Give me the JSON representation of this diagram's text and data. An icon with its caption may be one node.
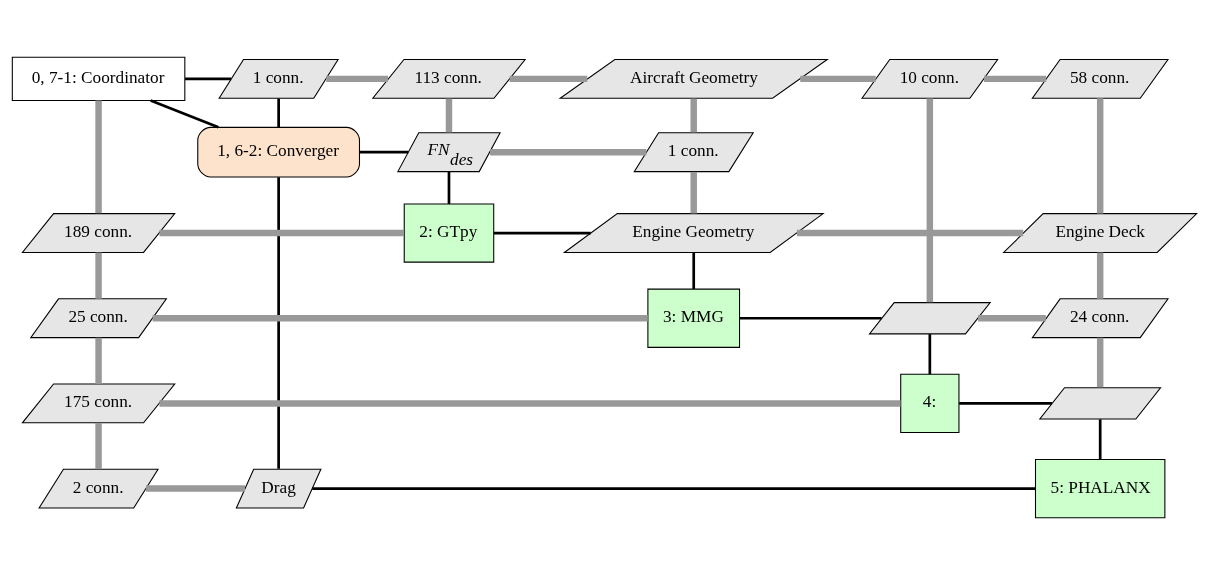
{
  "diagram": {
    "nodes": [
      {
        "text": [
          "0, 7-1: Coordinator"
        ]
      },
      {
        "text": [
          "1 conn."
        ]
      },
      {
        "text": [
          "113 conn."
        ]
      },
      {
        "text": [
          "Aircraft Geometry"
        ]
      },
      {
        "text": [
          "10 conn."
        ]
      },
      {
        "text": [
          "58 conn."
        ]
      },
      {
        "text": [
          "1, 6-2: Converger"
        ]
      },
      {
        "text": [
          "FN$_{des}$"
        ]
      },
      {
        "text": [
          "1 conn."
        ]
      },
      {
        "text": [
          "189 conn."
        ]
      },
      {
        "text": [
          "2: GTpy"
        ]
      },
      {
        "text": [
          "Engine Geometry"
        ]
      },
      {
        "text": [
          "Engine Deck"
        ]
      },
      {
        "text": [
          "25 conn."
        ]
      },
      {
        "text": [
          "3: MMG"
        ]
      },
      {
        "text": [],
        "shape": "parallelogram"
      },
      {
        "text": [
          "24 conn."
        ]
      },
      {
        "text": [
          "175 conn."
        ]
      },
      {
        "text": [
          "4:"
        ]
      },
      {
        "text": [],
        "shape": "parallelogram"
      },
      {
        "text": [
          "2 conn."
        ]
      },
      {
        "text": [
          "Drag"
        ]
      },
      {
        "text": [
          "5: PHALANX"
        ]
      }
    ],
    "edges": [
      {
        "from": 0,
        "to": 1,
        "arrow": "none",
        "color": "#000000"
      },
      {
        "from": 1,
        "to": 2,
        "arrow": "none"
      },
      {
        "from": 2,
        "to": 3,
        "arrow": "none"
      },
      {
        "from": 3,
        "to": 4,
        "arrow": "none"
      },
      {
        "from": 4,
        "to": 5,
        "arrow": "none"
      },
      {
        "from": 0,
        "to": 6,
        "arrow": "none",
        "color": "#000000"
      },
      {
        "from": 1,
        "to": 6,
        "arrow": "none",
        "color": "#000000"
      },
      {
        "from": 6,
        "to": 21,
        "arrow": "none",
        "color": "#000000"
      },
      {
        "from": 2,
        "to": 7,
        "arrow": "none"
      },
      {
        "from": 6,
        "to": 7,
        "arrow": "none",
        "color": "#000000"
      },
      {
        "from": 7,
        "to": 10,
        "arrow": "none",
        "color": "#000000"
      },
      {
        "from": 7,
        "to": 8,
        "arrow": "none"
      },
      {
        "from": 3,
        "to": 8,
        "arrow": "none"
      },
      {
        "from": 8,
        "to": 11,
        "arrow": "none"
      },
      {
        "from": 11,
        "to": 14,
        "arrow": "none",
        "color": "#000000"
      },
      {
        "from": 4,
        "to": 15,
        "arrow": "none"
      },
      {
        "from": 15,
        "to": 18,
        "arrow": "none",
        "color": "#000000"
      },
      {
        "from": 5,
        "to": 12,
        "arrow": "none"
      },
      {
        "from": 12,
        "to": 16,
        "arrow": "none"
      },
      {
        "from": 16,
        "to": 19,
        "arrow": "none"
      },
      {
        "from": 19,
        "to": 22,
        "arrow": "none",
        "color": "#000000"
      },
      {
        "from": 9,
        "to": 10,
        "arrow": "none"
      },
      {
        "from": 10,
        "to": 11,
        "arrow": "none",
        "color": "#000000"
      },
      {
        "from": 11,
        "to": 12,
        "arrow": "none"
      },
      {
        "from": 13,
        "to": 14,
        "arrow": "none"
      },
      {
        "from": 14,
        "to": 15,
        "arrow": "none",
        "color": "#000000"
      },
      {
        "from": 15,
        "to": 16,
        "arrow": "none"
      },
      {
        "from": 17,
        "to": 18,
        "arrow": "none"
      },
      {
        "from": 18,
        "to": 19,
        "arrow": "none",
        "color": "#000000"
      },
      {
        "from": 20,
        "to": 21,
        "arrow": "none"
      },
      {
        "from": 21,
        "to": 22,
        "arrow": "none",
        "color": "#000000"
      },
      {
        "from": 0,
        "to": 9,
        "arrow": "none"
      },
      {
        "from": 9,
        "to": 13,
        "arrow": "none"
      },
      {
        "from": 13,
        "to": 17,
        "arrow": "none"
      },
      {
        "from": 17,
        "to": 20,
        "arrow": "none"
      }
    ]
  }
}
